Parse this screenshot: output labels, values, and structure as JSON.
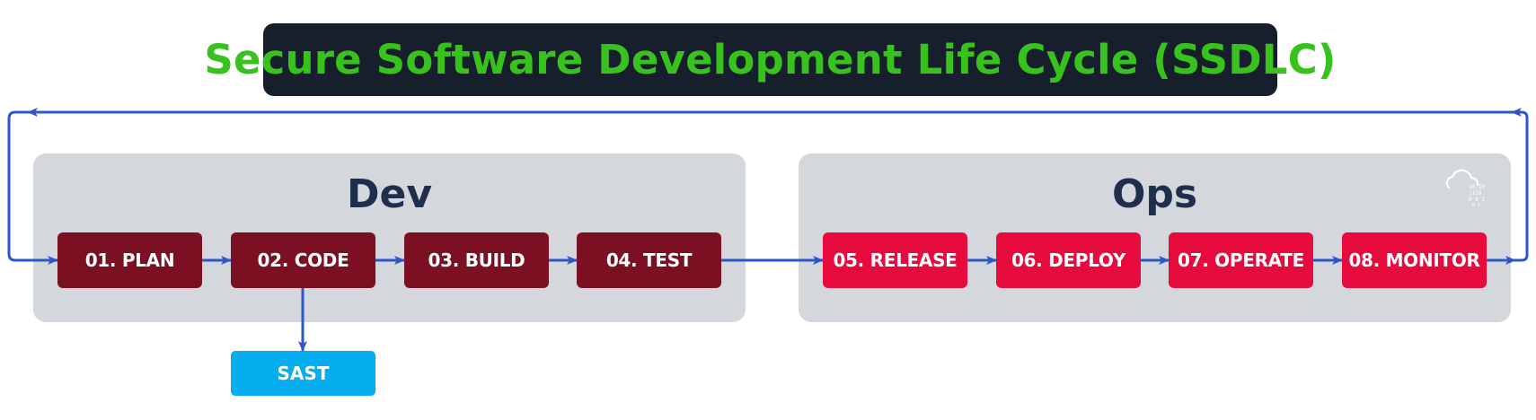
{
  "title": "Secure Software Development Life Cycle (SSDLC)",
  "groups": {
    "dev": {
      "label": "Dev"
    },
    "ops": {
      "label": "Ops"
    }
  },
  "stages": [
    {
      "label": "01. PLAN"
    },
    {
      "label": "02. CODE"
    },
    {
      "label": "03. BUILD"
    },
    {
      "label": "04. TEST"
    },
    {
      "label": "05. RELEASE"
    },
    {
      "label": "06. DEPLOY"
    },
    {
      "label": "07. OPERATE"
    },
    {
      "label": "08. MONITOR"
    }
  ],
  "tool": {
    "label": "SAST"
  },
  "icons": {
    "ops_corner": "cloud-binary-icon"
  },
  "colors": {
    "title_bg": "#171e2c",
    "title_text": "#37c21d",
    "group_bg": "#d4d8dd",
    "group_label": "#1f2e4d",
    "dev_stage": "#7a1022",
    "ops_stage": "#e70a3c",
    "tool_box": "#06adef",
    "arrow": "#2c57c6"
  }
}
